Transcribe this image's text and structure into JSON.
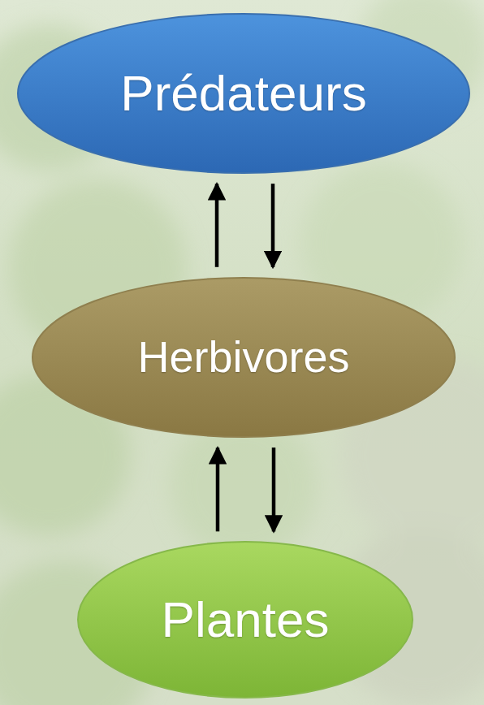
{
  "diagram": {
    "nodes": [
      {
        "text": [
          "Prédateurs"
        ]
      },
      {
        "text": [
          "Herbivores"
        ]
      },
      {
        "text": [
          "Plantes"
        ]
      }
    ],
    "edges": [
      {
        "from": 1,
        "to": 0,
        "arrow": "to"
      },
      {
        "from": 0,
        "to": 1,
        "arrow": "to"
      },
      {
        "from": 2,
        "to": 1,
        "arrow": "to"
      },
      {
        "from": 1,
        "to": 2,
        "arrow": "to"
      }
    ]
  }
}
